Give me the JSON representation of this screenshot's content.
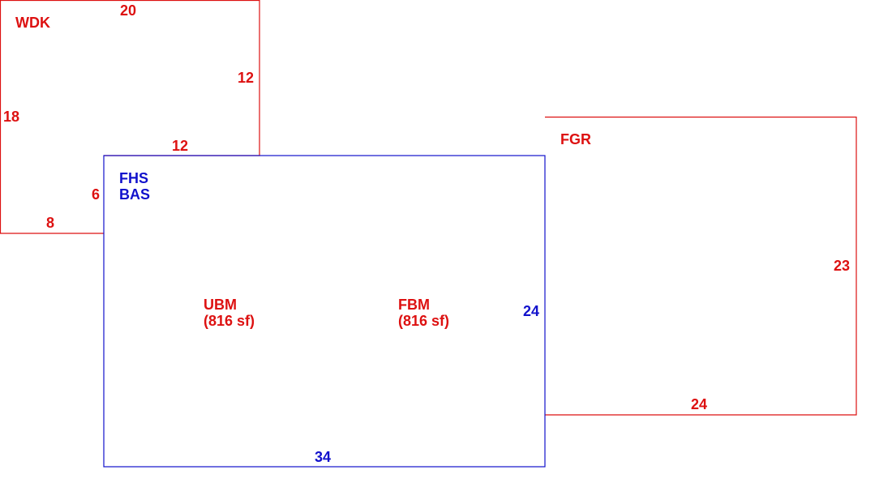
{
  "colors": {
    "background": "#ffffff",
    "area_red": "#dd1111",
    "area_blue": "#1111cc"
  },
  "sketch": {
    "wdk": {
      "code": "WDK",
      "dims": {
        "top": "20",
        "right": "12",
        "left": "18",
        "inner_top": "12",
        "inner_side": "6",
        "bottom": "8"
      }
    },
    "bas": {
      "codes": [
        "FHS",
        "BAS"
      ],
      "dims": {
        "right": "24",
        "bottom": "34"
      }
    },
    "fgr": {
      "code": "FGR",
      "dims": {
        "right": "23",
        "bottom": "24"
      }
    },
    "areas": [
      {
        "code": "UBM",
        "size": "(816 sf)"
      },
      {
        "code": "FBM",
        "size": "(816 sf)"
      }
    ]
  }
}
